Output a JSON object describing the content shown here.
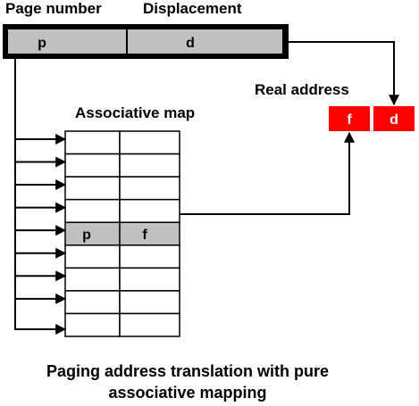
{
  "labels": {
    "page_number": "Page number",
    "displacement": "Displacement",
    "real_address": "Real address",
    "associative_map": "Associative map"
  },
  "virtual_address": {
    "page_field": "p",
    "displacement_field": "d"
  },
  "associative_map": {
    "matched_page": "p",
    "matched_frame": "f",
    "row_count": 9,
    "matched_row": 4
  },
  "real_address": {
    "frame_field": "f",
    "displacement_field": "d"
  },
  "caption": {
    "line1": "Paging address translation with pure",
    "line2": "associative mapping"
  },
  "colors": {
    "field_fill": "#c0c0c0",
    "real_fill": "#ff0000",
    "line": "#000000"
  }
}
